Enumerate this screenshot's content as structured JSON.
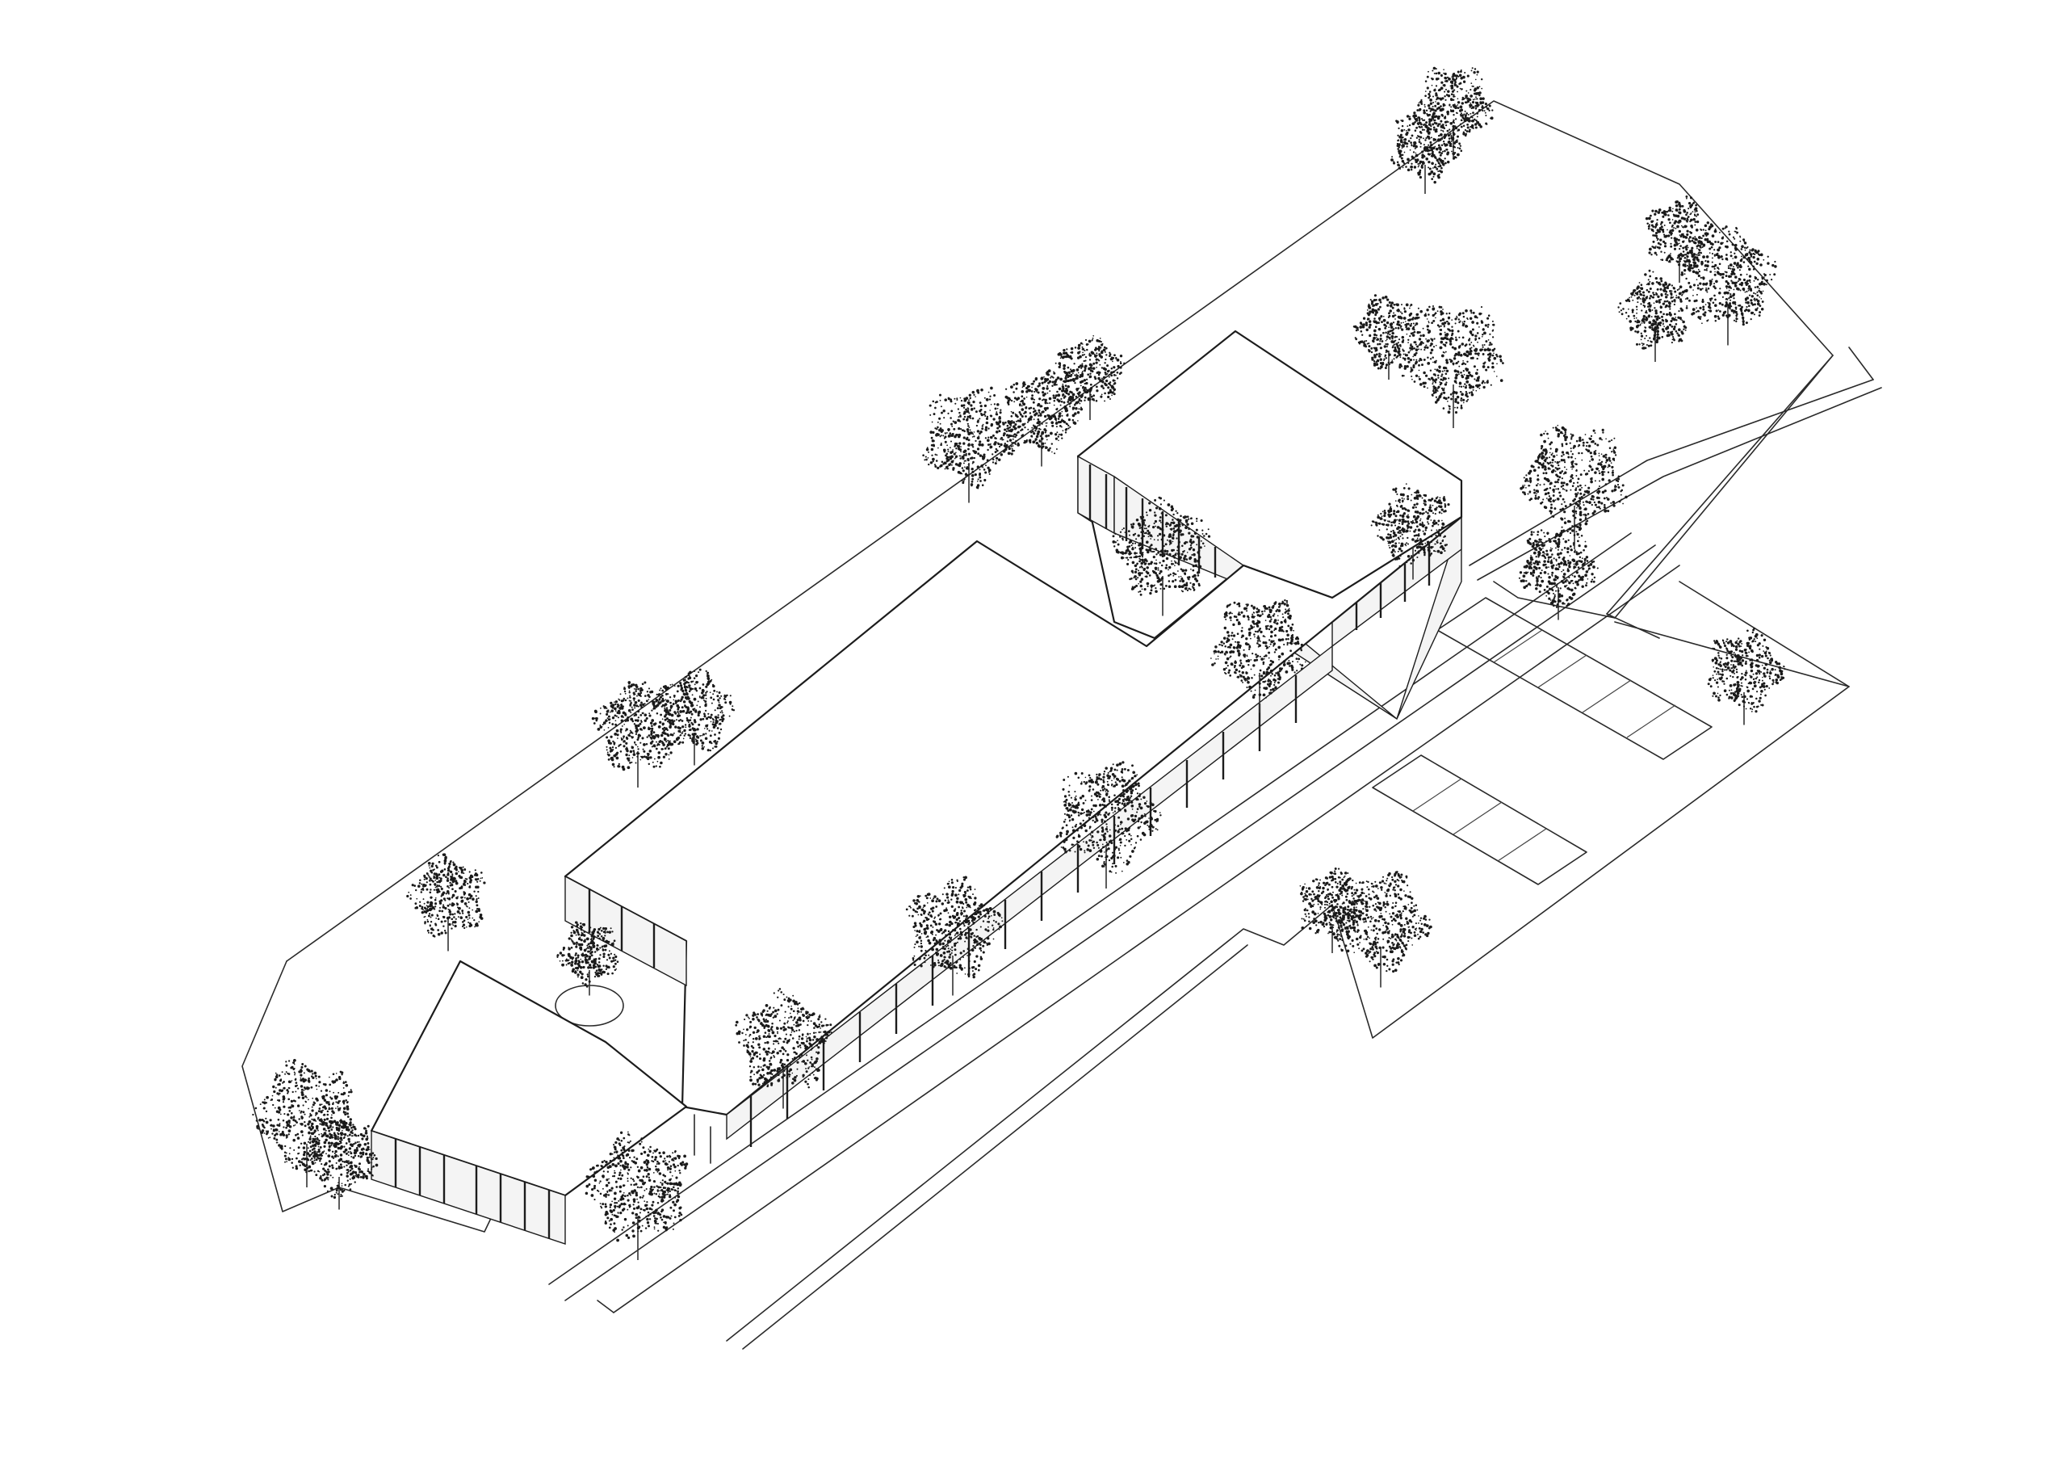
{
  "drawing": {
    "kind": "axonometric site plan",
    "background": "#ffffff",
    "line_color": "#2a2a2a",
    "tree_count": 26,
    "parking_bays": 10,
    "building_volumes": 3
  }
}
